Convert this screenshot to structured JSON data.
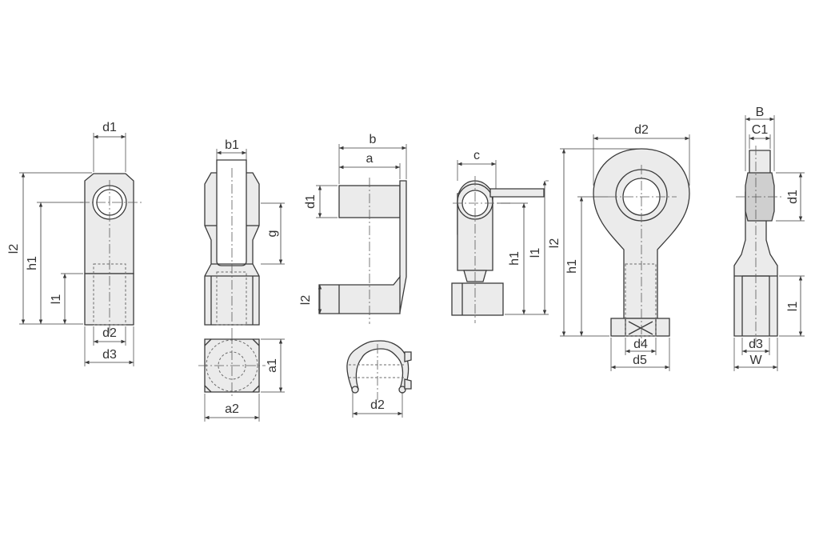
{
  "labels": {
    "clevis_d1": "d1",
    "clevis_l2": "l2",
    "clevis_h1": "h1",
    "clevis_l1": "l1",
    "clevis_d2": "d2",
    "clevis_d3": "d3",
    "side_b1": "b1",
    "side_g": "g",
    "side_a1": "a1",
    "side_a2": "a2",
    "pin_b": "b",
    "pin_a": "a",
    "pin_d1": "d1",
    "pin_l2": "l2",
    "pin_d2": "d2",
    "angle_c": "c",
    "angle_h1": "h1",
    "angle_l1": "l1",
    "rod_d2": "d2",
    "rod_l2": "l2",
    "rod_h1": "h1",
    "rod_d4": "d4",
    "rod_d5": "d5",
    "rs_B": "B",
    "rs_C1": "C1",
    "rs_d1": "d1",
    "rs_l1": "l1",
    "rs_d3": "d3",
    "rs_W": "W"
  },
  "colors": {
    "line": "#3a3a3a",
    "fill": "#ebebeb",
    "dark_fill": "#cfcfcf",
    "text": "#333333"
  }
}
